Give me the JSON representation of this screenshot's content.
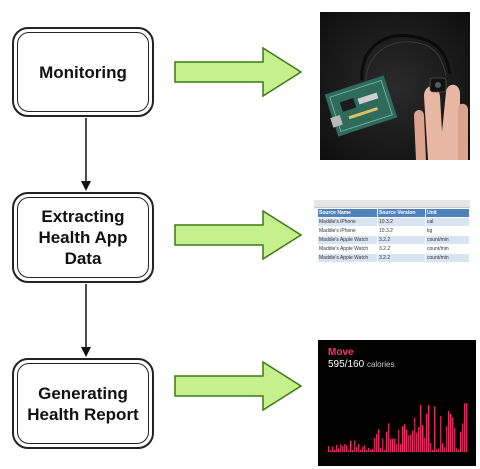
{
  "steps": [
    {
      "label": "Monitoring"
    },
    {
      "label": "Extracting\nHealth App\nData"
    },
    {
      "label": "Generating\nHealth Report"
    }
  ],
  "colors": {
    "arrow_fill": "#c6f08c",
    "arrow_stroke": "#3c7a16",
    "box_border": "#222222",
    "spreadsheet_header": "#4f81bd",
    "spreadsheet_band": "#d9e3f2",
    "chart_background": "#000000",
    "chart_bars": "#ff2f6d"
  },
  "spreadsheet": {
    "columns": [
      "Source Name",
      "Source Version",
      "Unit"
    ],
    "rows": [
      [
        "Maddie's iPhone",
        "10.3.2",
        "cal"
      ],
      [
        "Maddie's iPhone",
        "10.3.2",
        "kg"
      ],
      [
        "Maddie's Apple Watch",
        "3.2.2",
        "count/min"
      ],
      [
        "Maddie's Apple Watch",
        "3.2.2",
        "count/min"
      ],
      [
        "Maddie's Apple Watch",
        "3.2.2",
        "count/min"
      ]
    ]
  },
  "activity_chart": {
    "title": "Move",
    "value": "595/160",
    "unit": "calories"
  },
  "icons": {
    "sensor_photo": "pulse-sensor-photo-icon",
    "arrow": "block-arrow-right-icon"
  }
}
